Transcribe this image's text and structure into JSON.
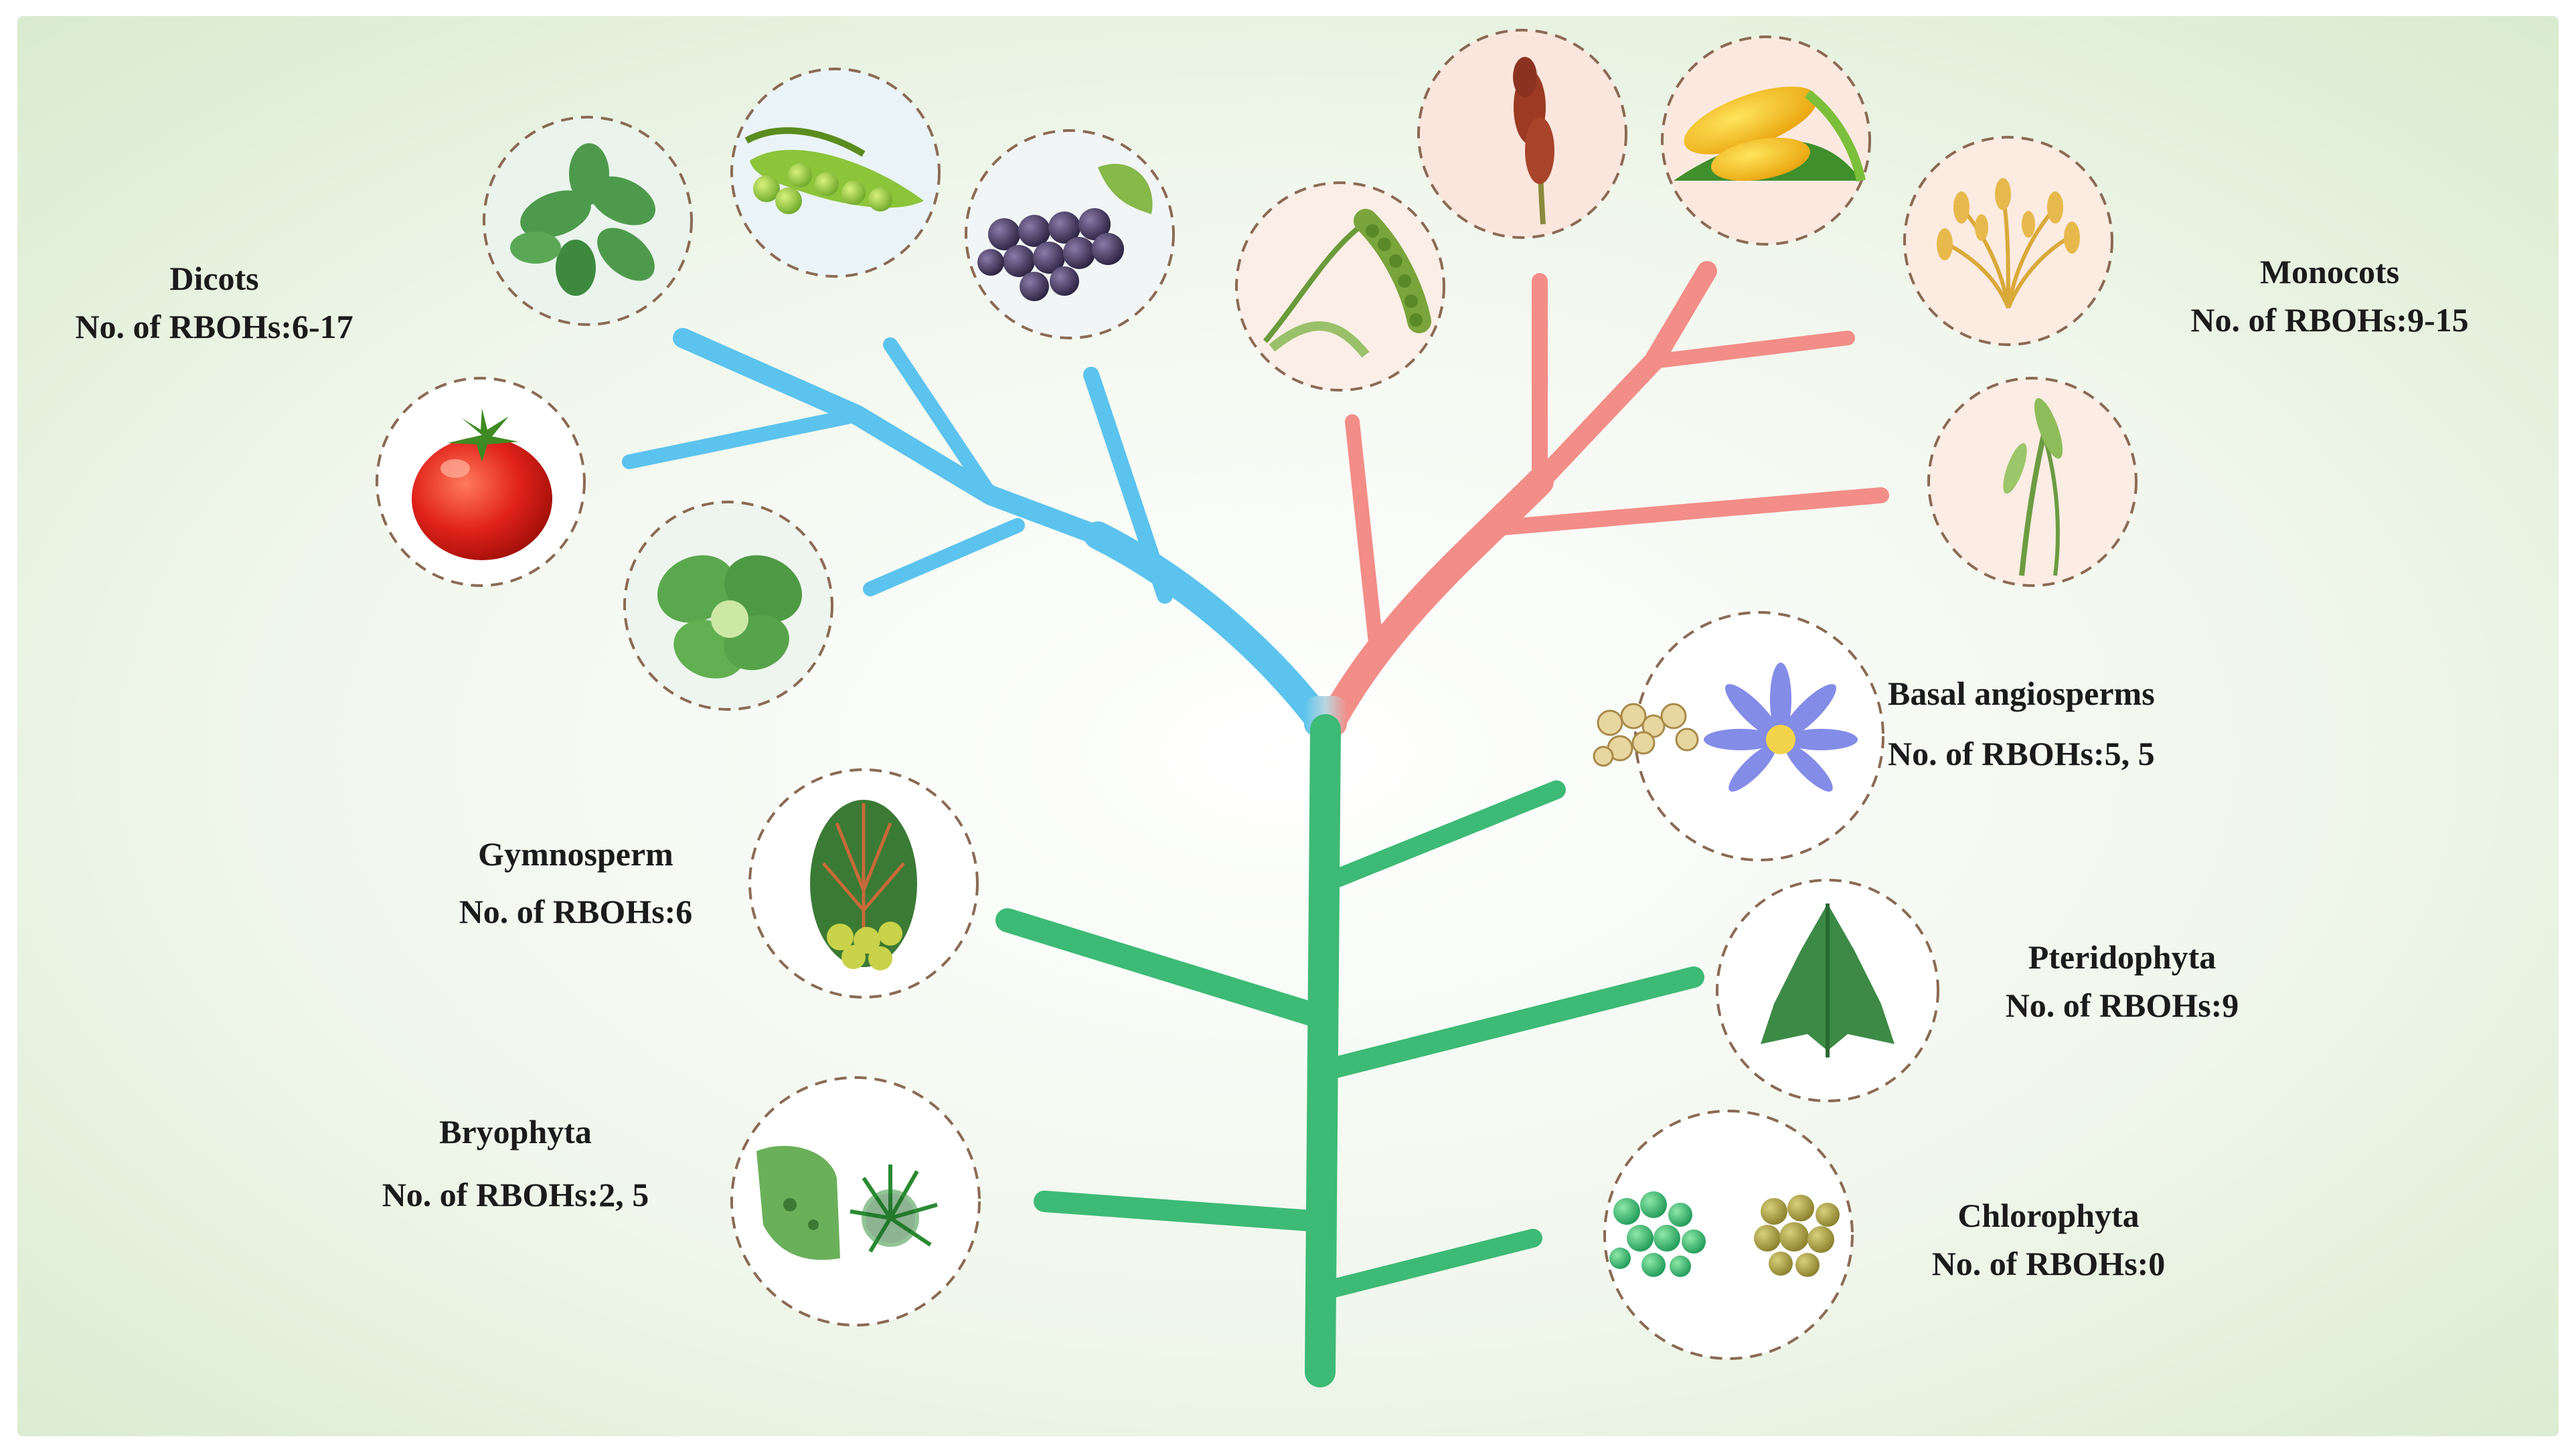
{
  "groups": [
    {
      "id": "dicots",
      "name": "Dicots",
      "count_text": "No. of RBOHs:6-17",
      "branch_color": "#5cc3ee",
      "items": [
        {
          "icon": "tomato"
        },
        {
          "icon": "alfalfa"
        },
        {
          "icon": "pea"
        },
        {
          "icon": "grape"
        },
        {
          "icon": "bok-choy"
        }
      ]
    },
    {
      "id": "monocots",
      "name": "Monocots",
      "count_text": "No. of RBOHs:9-15",
      "branch_color": "#f38d88",
      "items": [
        {
          "icon": "millet"
        },
        {
          "icon": "sorghum"
        },
        {
          "icon": "maize"
        },
        {
          "icon": "rice"
        },
        {
          "icon": "wheat"
        }
      ]
    },
    {
      "id": "basal-angiosperms",
      "name": "Basal angiosperms",
      "count_text": "No. of RBOHs:5, 5",
      "branch_color": "#3dba75",
      "items": [
        {
          "icon": "amborella"
        },
        {
          "icon": "water-lily"
        }
      ]
    },
    {
      "id": "gymnosperm",
      "name": "Gymnosperm",
      "count_text": "No. of RBOHs:6",
      "branch_color": "#3dba75",
      "items": [
        {
          "icon": "cycad"
        }
      ]
    },
    {
      "id": "pteridophyta",
      "name": "Pteridophyta",
      "count_text": "No. of RBOHs:9",
      "branch_color": "#3dba75",
      "items": [
        {
          "icon": "selaginella"
        }
      ]
    },
    {
      "id": "bryophyta",
      "name": "Bryophyta",
      "count_text": "No. of RBOHs:2, 5",
      "branch_color": "#3dba75",
      "items": [
        {
          "icon": "liverwort"
        },
        {
          "icon": "moss"
        }
      ]
    },
    {
      "id": "chlorophyta",
      "name": "Chlorophyta",
      "count_text": "No. of RBOHs:0",
      "branch_color": "#3dba75",
      "items": [
        {
          "icon": "chlamydomonas"
        },
        {
          "icon": "volvox"
        }
      ]
    }
  ],
  "colors": {
    "background": "#e6f1df",
    "dicot_branch": "#5cc3ee",
    "monocot_branch": "#f38d88",
    "trunk": "#3dba75",
    "circle_border": "#8a6a55"
  }
}
